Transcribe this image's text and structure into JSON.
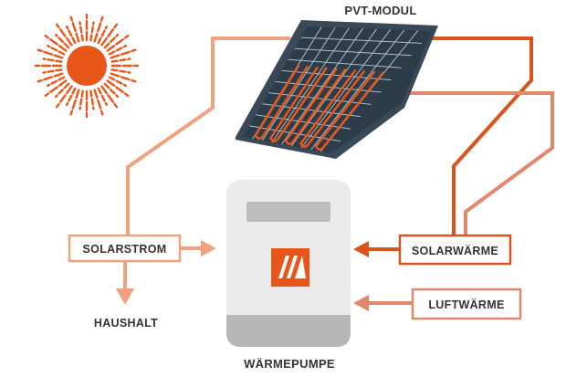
{
  "labels": {
    "module": "PVT-MODUL",
    "heatpump": "WÄRMEPUMPE",
    "solarstrom": "SOLARSTROM",
    "haushalt": "HAUSHALT",
    "solarwaerme": "SOLARWÄRME",
    "luftwaerme": "LUFTWÄRME"
  },
  "icons": {
    "sun": "sun-icon",
    "logo": "heatpump-logo-icon"
  },
  "colors": {
    "sun": "#e8561a",
    "solarstrom": "#f0a27e",
    "solarwaerme": "#d9541c",
    "luftwaerme": "#e2886a",
    "panel": "#2d3c49",
    "panel_frame": "#3f4e5b",
    "heatpump_body": "#ececec",
    "heatpump_base": "#b7b7b7",
    "logo": "#e8561a",
    "text": "#333333"
  }
}
